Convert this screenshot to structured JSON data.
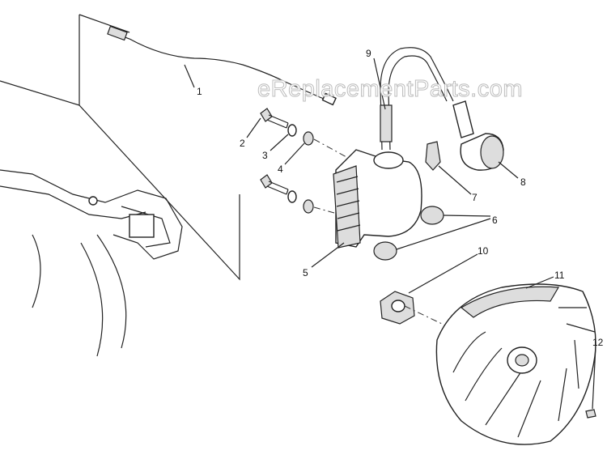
{
  "watermark": "eReplacementParts.com",
  "callouts": [
    "1",
    "2",
    "3",
    "4",
    "5",
    "6",
    "7",
    "8",
    "9",
    "10",
    "11",
    "12"
  ]
}
